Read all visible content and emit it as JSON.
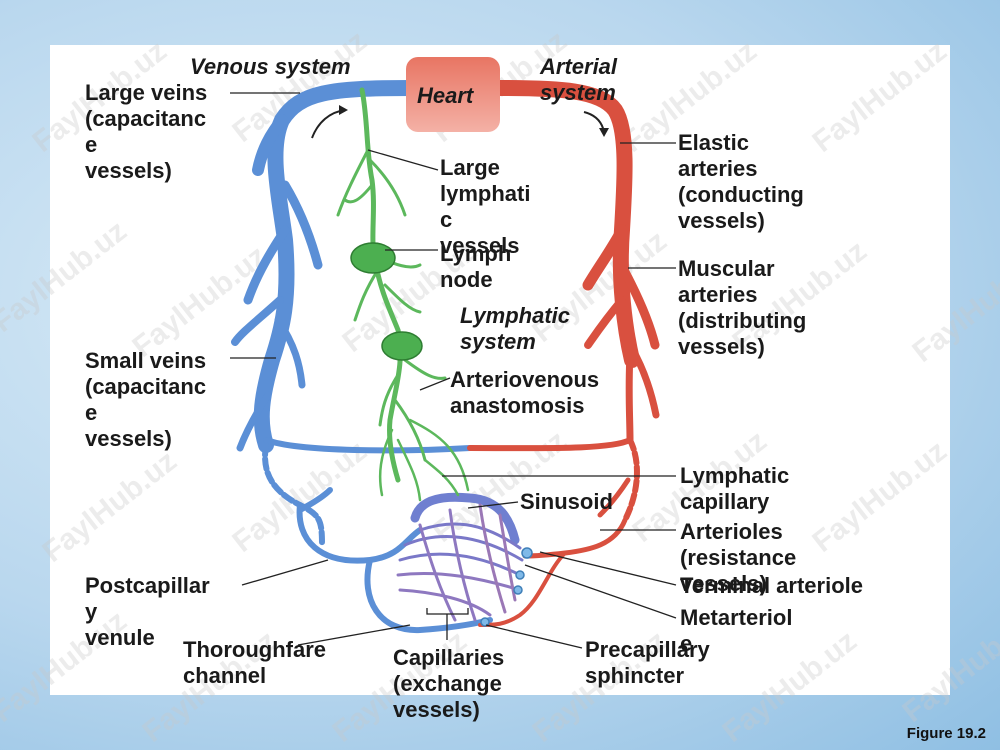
{
  "figure_label": "Figure 19.2",
  "watermark": "FaylHub.uz",
  "labels": {
    "venous_system": "Venous system",
    "arterial_system": "Arterial\nsystem",
    "heart": "Heart",
    "large_veins": "Large veins\n(capacitanc\ne\nvessels)",
    "large_lymphatic": "Large\nlymphati\nc\nvessels",
    "lymph_node": "Lymph\nnode",
    "lymphatic_system": "Lymphatic\nsystem",
    "elastic_arteries": "Elastic\narteries\n(conducting\nvessels)",
    "muscular_arteries": "Muscular\narteries\n(distributing\nvessels)",
    "small_veins": "Small veins\n(capacitanc\ne\nvessels)",
    "arteriovenous": "Arteriovenous\nanastomosis",
    "lymphatic_capillary": "Lymphatic\ncapillary",
    "sinusoid": "Sinusoid",
    "arterioles": "Arterioles\n(resistance\nvessels)",
    "terminal_arteriole": "Terminal arteriole",
    "metarteriole": "Metarteriol\ne",
    "postcapillary": "Postcapillar\ny\nvenule",
    "thoroughfare": "Thoroughfare\nchannel",
    "capillaries": "Capillaries\n(exchange\nvessels)",
    "precapillary": "Precapillary\nsphincter"
  },
  "colors": {
    "vein": "#5b8fd6",
    "artery": "#d9503f",
    "lymph": "#5cb85c",
    "heart": "#e8877a"
  }
}
